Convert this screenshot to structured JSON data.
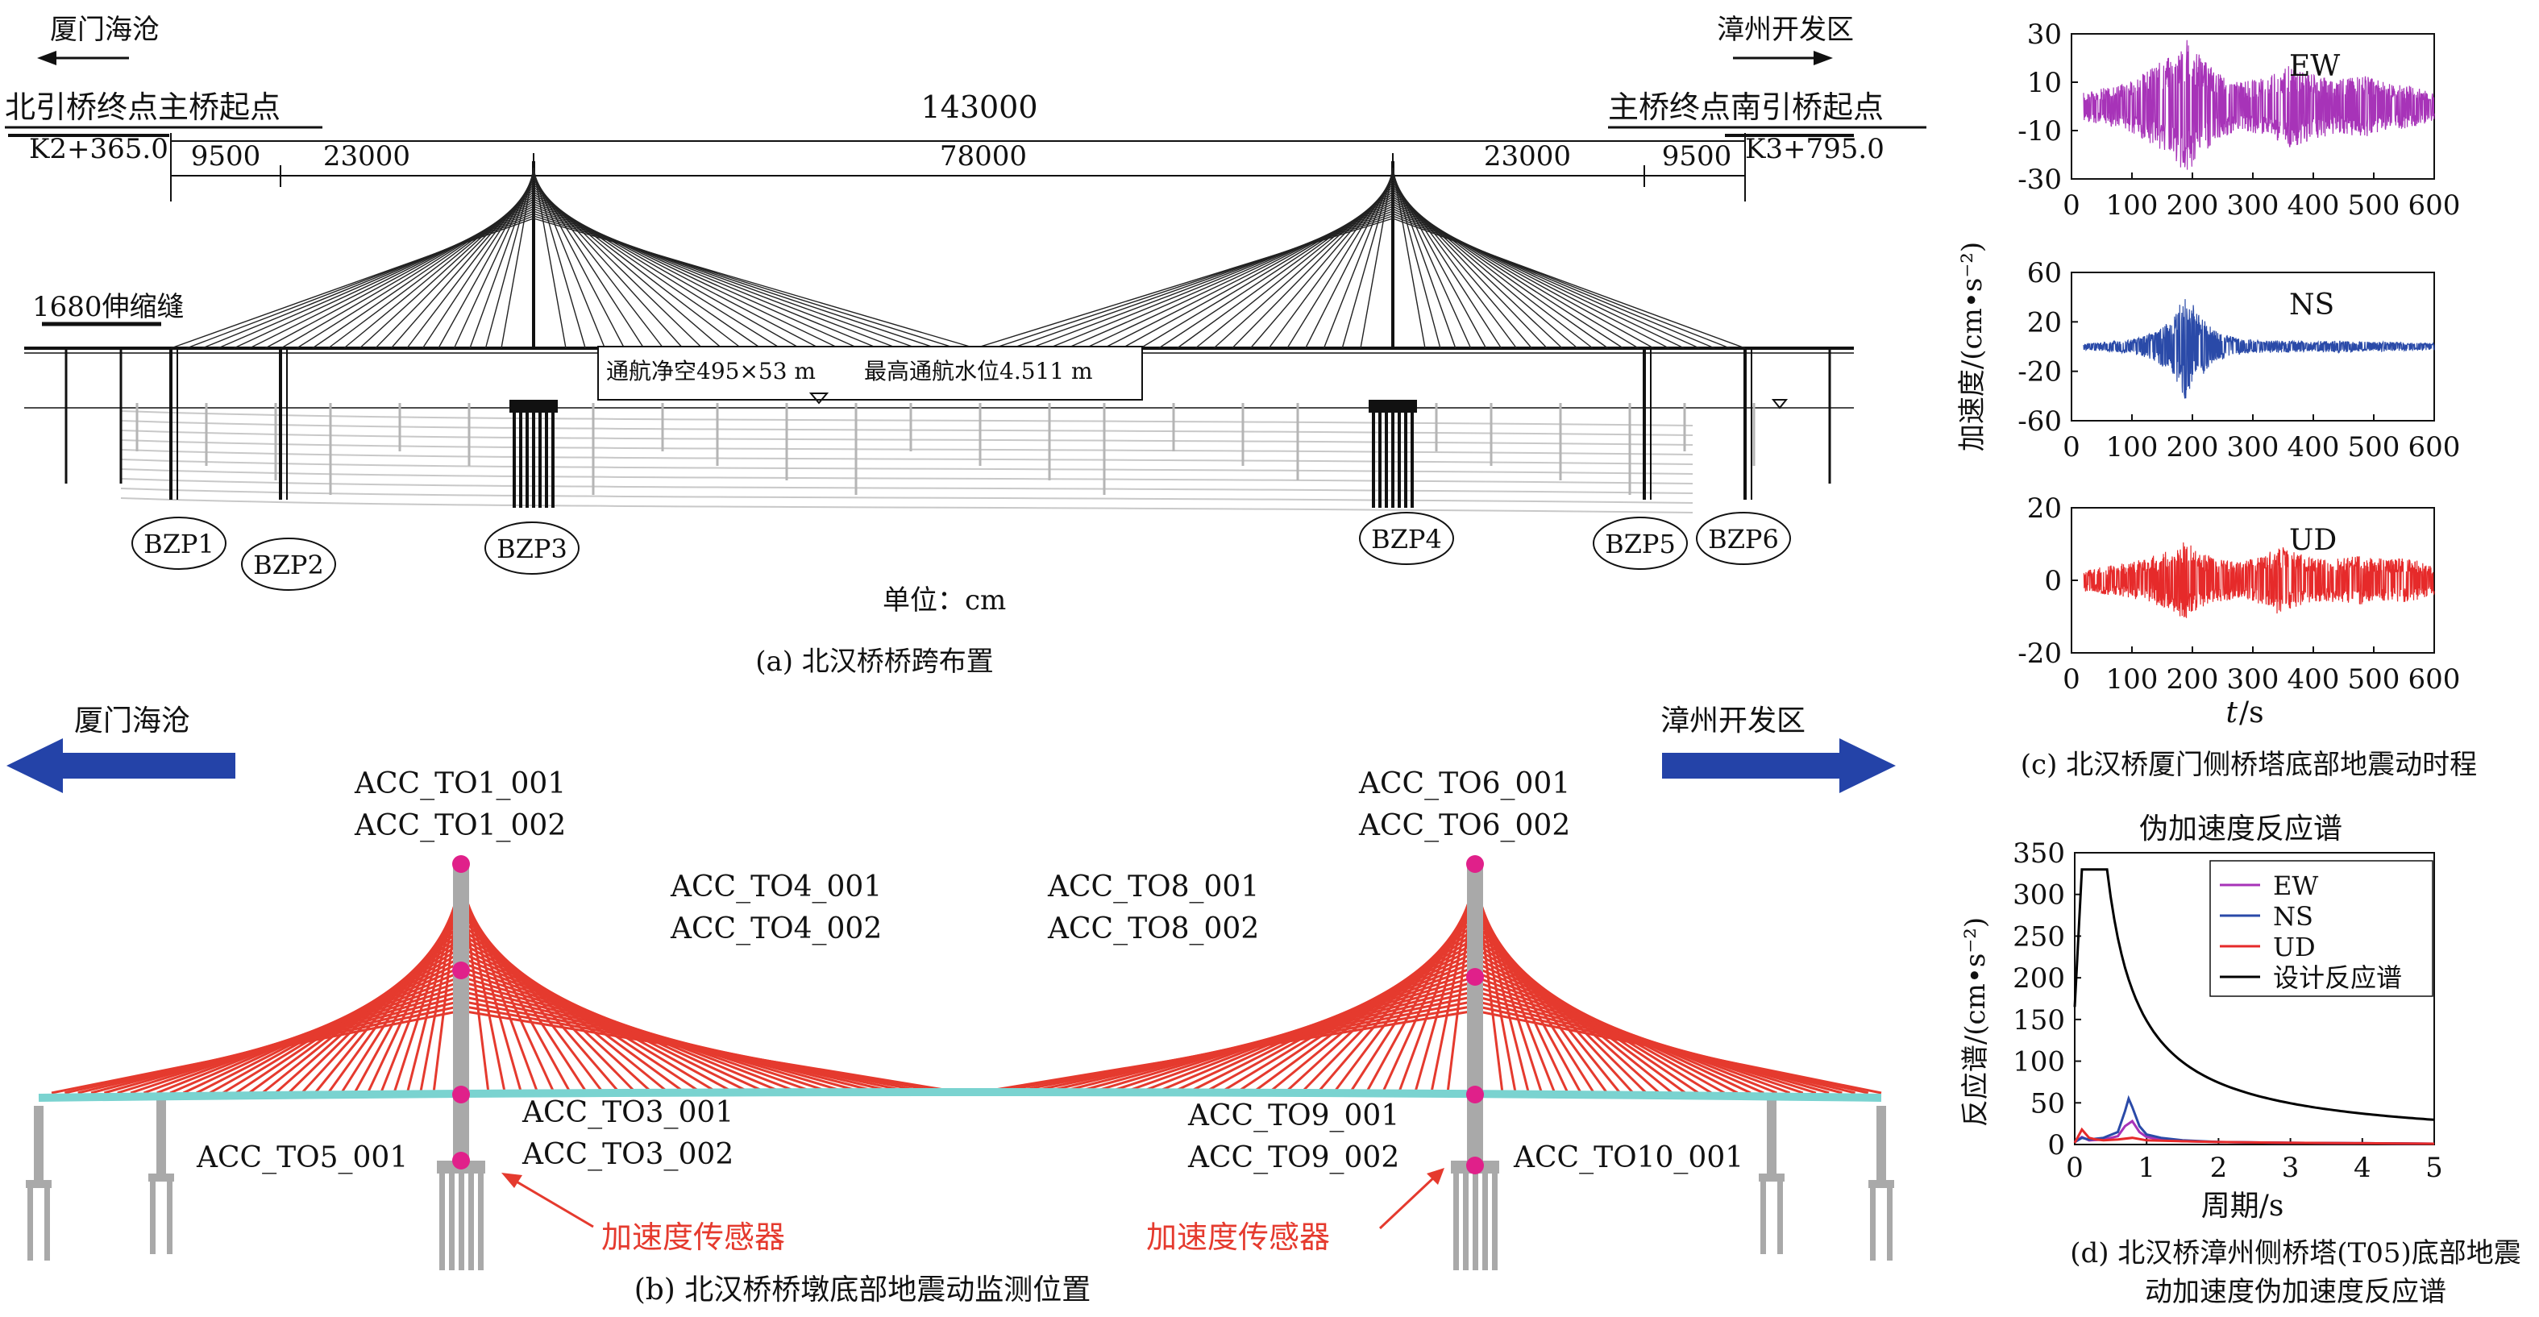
{
  "panel_a": {
    "left_direction": "厦门海沧",
    "right_direction": "漳州开发区",
    "left_start": "北引桥终点主桥起点",
    "right_start": "主桥终点南引桥起点",
    "left_station": "K2+365.0",
    "right_station": "K3+795.0",
    "total_span": "143000",
    "spans": [
      "9500",
      "23000",
      "78000",
      "23000",
      "9500"
    ],
    "expansion_joint": "1680伸缩缝",
    "navigation": "通航净空495×53 m",
    "water_level": "最高通航水位4.511 m",
    "piers": [
      "BZP1",
      "BZP2",
      "BZP3",
      "BZP4",
      "BZP5",
      "BZP6"
    ],
    "unit": "单位：cm",
    "caption": "(a) 北汉桥桥跨布置"
  },
  "panel_b": {
    "left_direction": "厦门海沧",
    "right_direction": "漳州开发区",
    "sensor_labels": {
      "to1_001": "ACC_TO1_001",
      "to1_002": "ACC_TO1_002",
      "to6_001": "ACC_TO6_001",
      "to6_002": "ACC_TO6_002",
      "to4_001": "ACC_TO4_001",
      "to4_002": "ACC_TO4_002",
      "to8_001": "ACC_TO8_001",
      "to8_002": "ACC_TO8_002",
      "to3_001": "ACC_TO3_001",
      "to3_002": "ACC_TO3_002",
      "to9_001": "ACC_TO9_001",
      "to9_002": "ACC_TO9_002",
      "to5_001": "ACC_TO5_001",
      "to10_001": "ACC_TO10_001"
    },
    "sensor_note": "加速度传感器",
    "caption": "(b) 北汉桥桥墩底部地震动监测位置",
    "colors": {
      "cable": "#e53a2e",
      "deck": "#7ad3d0",
      "tower": "#a9a9a9",
      "sensor": "#e0208a",
      "arrow": "#2443a8"
    }
  },
  "panel_c": {
    "ylabel": "加速度/(cm•s⁻²)",
    "xlabel_t": "t",
    "xlabel_unit": "/s",
    "caption": "(c) 北汉桥厦门侧桥塔底部地震动时程"
  },
  "panel_d": {
    "title": "伪加速度反应谱",
    "ylabel": "反应谱/(cm•s⁻²)",
    "xlabel": "周期/s",
    "caption_line1": "(d) 北汉桥漳州侧桥塔(T05)底部地震",
    "caption_line2": "动加速度伪加速度反应谱"
  },
  "chart_data": [
    {
      "type": "line",
      "name": "EW",
      "title": "EW",
      "xlabel": "t/s",
      "ylabel": "加速度/(cm•s⁻²)",
      "xlim": [
        0,
        600
      ],
      "ylim": [
        -30,
        30
      ],
      "xticks": [
        0,
        100,
        200,
        300,
        400,
        500,
        600
      ],
      "yticks": [
        -30,
        -10,
        10,
        30
      ],
      "color": "#a733b8",
      "envelope": {
        "t": [
          20,
          60,
          100,
          140,
          170,
          190,
          210,
          240,
          280,
          320,
          360,
          400,
          440,
          480,
          520,
          560,
          600
        ],
        "amp": [
          6,
          8,
          11,
          17,
          23,
          28,
          22,
          14,
          10,
          12,
          17,
          14,
          11,
          13,
          10,
          9,
          6
        ]
      }
    },
    {
      "type": "line",
      "name": "NS",
      "title": "NS",
      "xlabel": "t/s",
      "ylabel": "加速度/(cm•s⁻²)",
      "xlim": [
        0,
        600
      ],
      "ylim": [
        -60,
        60
      ],
      "xticks": [
        0,
        100,
        200,
        300,
        400,
        500,
        600
      ],
      "yticks": [
        -60,
        -20,
        20,
        60
      ],
      "color": "#2a4aa8",
      "envelope": {
        "t": [
          20,
          60,
          100,
          140,
          170,
          190,
          210,
          240,
          280,
          320,
          360,
          400,
          440,
          480,
          520,
          560,
          600
        ],
        "amp": [
          3,
          4,
          6,
          12,
          25,
          45,
          26,
          12,
          6,
          5,
          5,
          4,
          5,
          4,
          4,
          3,
          3
        ]
      }
    },
    {
      "type": "line",
      "name": "UD",
      "title": "UD",
      "xlabel": "t/s",
      "ylabel": "加速度/(cm•s⁻²)",
      "xlim": [
        0,
        600
      ],
      "ylim": [
        -20,
        20
      ],
      "xticks": [
        0,
        100,
        200,
        300,
        400,
        500,
        600
      ],
      "yticks": [
        -20,
        0,
        20
      ],
      "color": "#e62a2a",
      "envelope": {
        "t": [
          20,
          60,
          100,
          140,
          170,
          190,
          210,
          240,
          280,
          320,
          345,
          370,
          400,
          440,
          480,
          520,
          560,
          600
        ],
        "amp": [
          3,
          4,
          5,
          7,
          9,
          11,
          8,
          6,
          5,
          7,
          10,
          8,
          6,
          6,
          7,
          6,
          6,
          4
        ]
      }
    },
    {
      "type": "line",
      "title": "伪加速度反应谱",
      "xlabel": "周期/s",
      "ylabel": "反应谱/(cm•s⁻²)",
      "xlim": [
        0,
        5
      ],
      "ylim": [
        0,
        350
      ],
      "xticks": [
        0,
        1,
        2,
        3,
        4,
        5
      ],
      "yticks": [
        0,
        50,
        100,
        150,
        200,
        250,
        300,
        350
      ],
      "legend_position": "top-right",
      "series": [
        {
          "name": "EW",
          "color": "#a733b8",
          "x": [
            0,
            0.1,
            0.2,
            0.4,
            0.6,
            0.7,
            0.8,
            0.9,
            1.0,
            1.2,
            1.5,
            2.0,
            3.0,
            4.0,
            5.0
          ],
          "y": [
            3,
            9,
            5,
            6,
            10,
            22,
            28,
            15,
            9,
            6,
            4,
            3,
            2,
            1.5,
            1
          ]
        },
        {
          "name": "NS",
          "color": "#2a4aa8",
          "x": [
            0,
            0.1,
            0.2,
            0.4,
            0.6,
            0.7,
            0.75,
            0.8,
            0.9,
            1.0,
            1.2,
            1.5,
            2.0,
            3.0,
            4.0,
            5.0
          ],
          "y": [
            3,
            8,
            6,
            8,
            15,
            40,
            55,
            45,
            22,
            12,
            8,
            5,
            3,
            2,
            1.5,
            1
          ]
        },
        {
          "name": "UD",
          "color": "#e62a2a",
          "x": [
            0,
            0.1,
            0.2,
            0.3,
            0.4,
            0.6,
            0.8,
            1.0,
            1.5,
            2.0,
            3.0,
            4.0,
            5.0
          ],
          "y": [
            2,
            18,
            8,
            6,
            5,
            6,
            8,
            5,
            4,
            3,
            2,
            1.5,
            1
          ]
        },
        {
          "name": "设计反应谱",
          "color": "#000000",
          "x": [
            0,
            0.1,
            0.1,
            0.45
          ],
          "y": [
            165,
            330,
            330,
            330
          ],
          "decay_from": 0.45,
          "decay_to": 5.0,
          "decay_k": 148.5
        }
      ]
    }
  ]
}
